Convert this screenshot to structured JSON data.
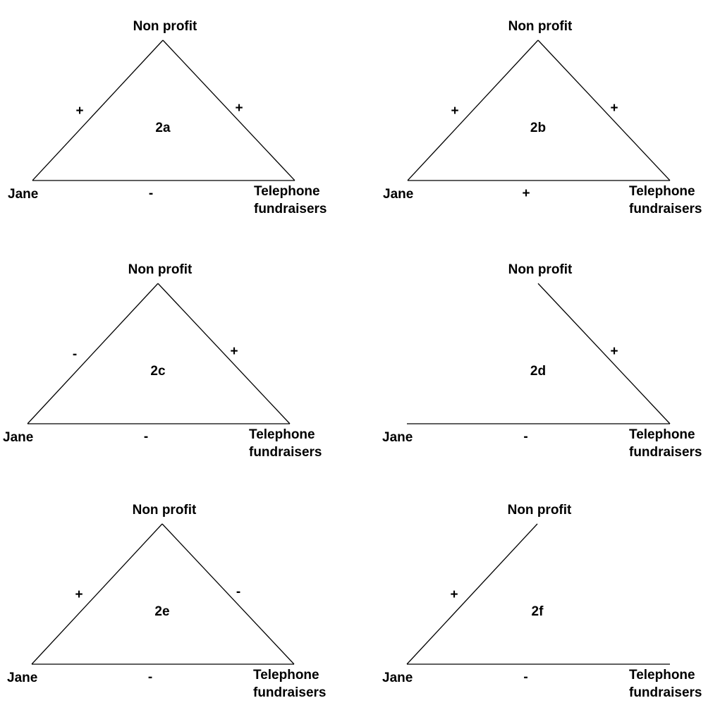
{
  "diagrams": [
    {
      "id": "2a",
      "label": "2a",
      "nodes": {
        "top": "Non profit",
        "left": "Jane",
        "right_line1": "Telephone",
        "right_line2": "fundraisers"
      },
      "edges": {
        "left": "+",
        "right": "+",
        "bottom": "-"
      }
    },
    {
      "id": "2b",
      "label": "2b",
      "nodes": {
        "top": "Non profit",
        "left": "Jane",
        "right_line1": "Telephone",
        "right_line2": "fundraisers"
      },
      "edges": {
        "left": "+",
        "right": "+",
        "bottom": "+"
      }
    },
    {
      "id": "2c",
      "label": "2c",
      "nodes": {
        "top": "Non profit",
        "left": "Jane",
        "right_line1": "Telephone",
        "right_line2": "fundraisers"
      },
      "edges": {
        "left": "-",
        "right": "+",
        "bottom": "-"
      }
    },
    {
      "id": "2d",
      "label": "2d",
      "nodes": {
        "top": "Non profit",
        "left": "Jane",
        "right_line1": "Telephone",
        "right_line2": "fundraisers"
      },
      "edges": {
        "left": null,
        "right": "+",
        "bottom": "-"
      }
    },
    {
      "id": "2e",
      "label": "2e",
      "nodes": {
        "top": "Non profit",
        "left": "Jane",
        "right_line1": "Telephone",
        "right_line2": "fundraisers"
      },
      "edges": {
        "left": "+",
        "right": "-",
        "bottom": "-"
      }
    },
    {
      "id": "2f",
      "label": "2f",
      "nodes": {
        "top": "Non profit",
        "left": "Jane",
        "right_line1": "Telephone",
        "right_line2": "fundraisers"
      },
      "edges": {
        "left": "+",
        "right": null,
        "bottom": "-"
      }
    }
  ]
}
